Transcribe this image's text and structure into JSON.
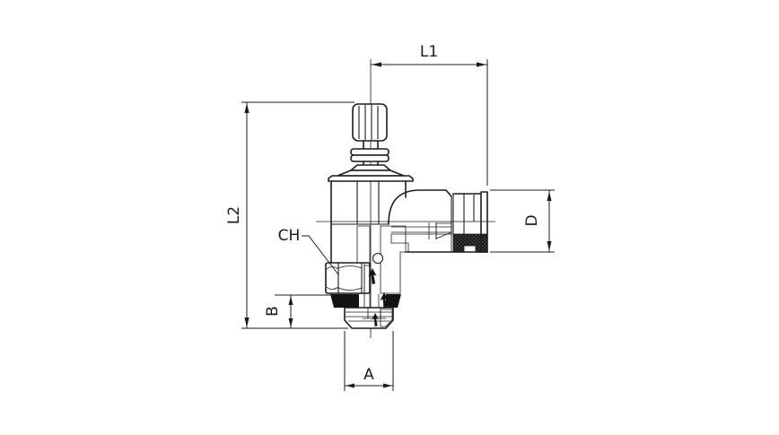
{
  "drawing": {
    "background_color": "#ffffff",
    "line_color": "#1c1c1c",
    "seal_color": "#131313",
    "labels": {
      "l1": "L1",
      "l2": "L2",
      "ch": "CH",
      "b": "B",
      "a": "A",
      "d": "D"
    }
  }
}
